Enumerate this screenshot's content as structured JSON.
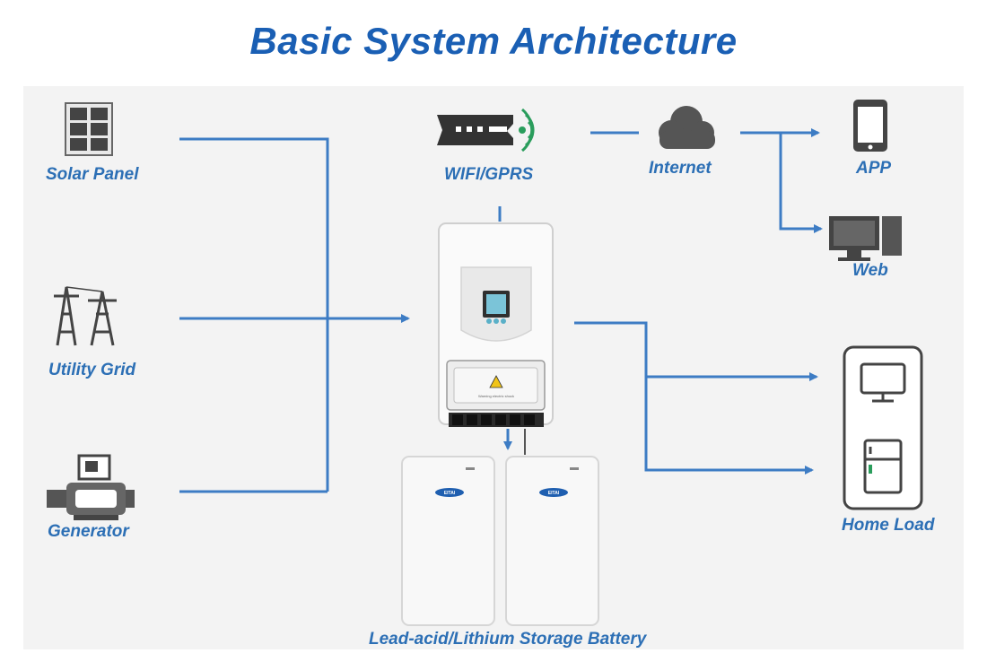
{
  "title": "Basic System Architecture",
  "labels": {
    "solar_panel": "Solar Panel",
    "utility_grid": "Utility Grid",
    "generator": "Generator",
    "wifi_gprs": "WIFI/GPRS",
    "internet": "Internet",
    "app": "APP",
    "web": "Web",
    "home_load": "Home Load",
    "battery": "Lead-acid/Lithium Storage Battery"
  },
  "battery_brand": "EITAI",
  "inverter_warning": "Warning electric shock",
  "colors": {
    "title": "#1a5fb4",
    "label": "#2c6fb5",
    "connector": "#3d7cc4",
    "background": "#f3f3f3"
  }
}
